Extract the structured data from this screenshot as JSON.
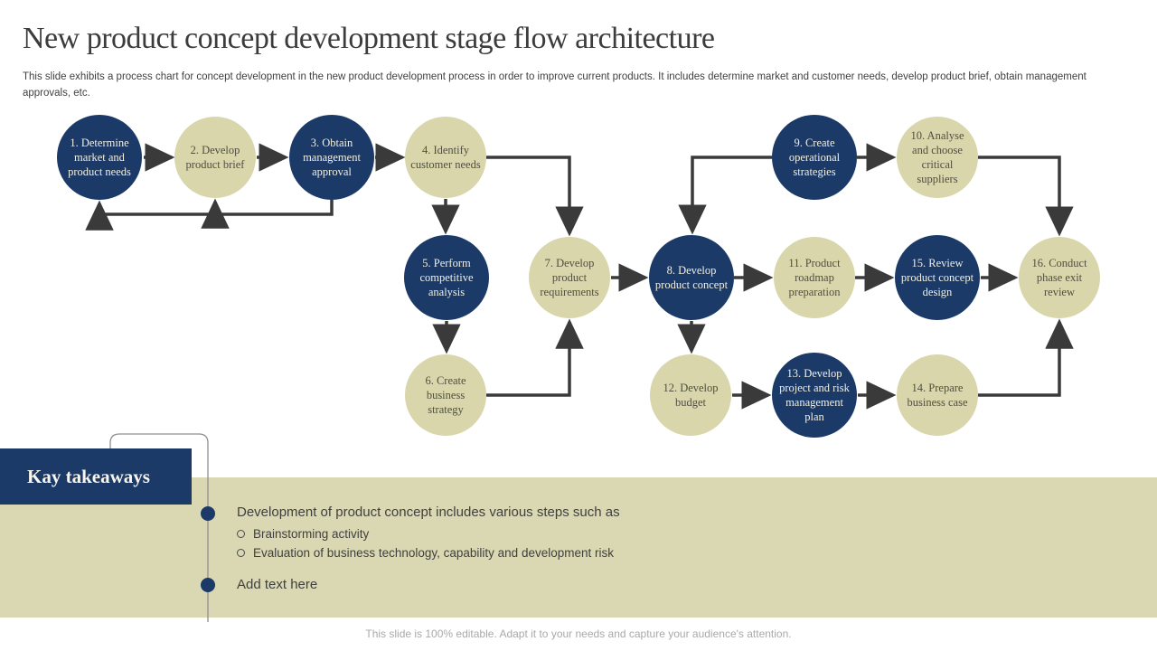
{
  "slide": {
    "title": "New product concept development stage flow architecture",
    "subtitle": "This slide exhibits a process chart for concept development in the new product development process in order to improve current products. It includes determine market and customer needs, develop product brief, obtain management approvals, etc.",
    "footer": "This slide is 100% editable. Adapt it to your needs and capture your audience's attention."
  },
  "colors": {
    "navy": "#1b3a68",
    "olive_circle": "#d8d6aa",
    "olive_band": "#dad8b2",
    "arrow": "#3a3a3a"
  },
  "flow": {
    "nodes": [
      {
        "id": 1,
        "label": "1. Determine market and product needs",
        "tone": "navy"
      },
      {
        "id": 2,
        "label": "2. Develop product brief",
        "tone": "olive"
      },
      {
        "id": 3,
        "label": "3. Obtain management approval",
        "tone": "navy"
      },
      {
        "id": 4,
        "label": "4. Identify customer needs",
        "tone": "olive"
      },
      {
        "id": 5,
        "label": "5. Perform competitive analysis",
        "tone": "navy"
      },
      {
        "id": 6,
        "label": "6. Create business strategy",
        "tone": "olive"
      },
      {
        "id": 7,
        "label": "7. Develop product requirements",
        "tone": "olive"
      },
      {
        "id": 8,
        "label": "8. Develop product concept",
        "tone": "navy"
      },
      {
        "id": 9,
        "label": "9. Create operational strategies",
        "tone": "navy"
      },
      {
        "id": 10,
        "label": "10. Analyse and choose critical suppliers",
        "tone": "olive"
      },
      {
        "id": 11,
        "label": "11. Product roadmap preparation",
        "tone": "olive"
      },
      {
        "id": 12,
        "label": "12. Develop budget",
        "tone": "olive"
      },
      {
        "id": 13,
        "label": "13. Develop project and risk management plan",
        "tone": "navy"
      },
      {
        "id": 14,
        "label": "14. Prepare business case",
        "tone": "olive"
      },
      {
        "id": 15,
        "label": "15. Review product concept design",
        "tone": "navy"
      },
      {
        "id": 16,
        "label": "16. Conduct phase exit review",
        "tone": "olive"
      }
    ]
  },
  "takeaways": {
    "heading": "Kay takeaways",
    "bullets": [
      {
        "text": "Development of product concept includes various steps such as",
        "subs": [
          "Brainstorming activity",
          "Evaluation of business technology, capability and development risk"
        ]
      },
      {
        "text": "Add text here",
        "subs": []
      }
    ]
  }
}
